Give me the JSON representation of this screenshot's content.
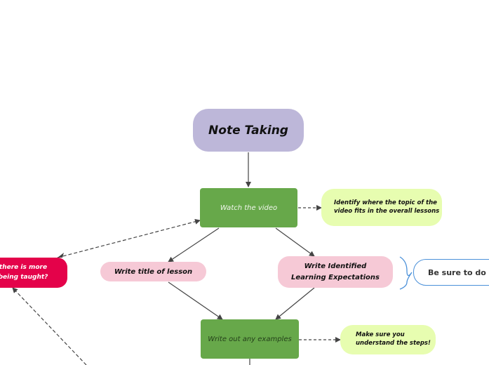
{
  "diagram": {
    "title": "Note Taking",
    "watch": "Watch the video",
    "identify_topic": [
      "Identify where the topic of the",
      "video fits in the overall lessons"
    ],
    "write_title": "Write title of lesson",
    "learning_expectations": [
      "Write Identified",
      "Learning Expectations"
    ],
    "be_sure": "Be sure to do bo",
    "more_taught": [
      "there is more",
      "being taught?"
    ],
    "examples": "Write out any examples",
    "understand_steps": [
      "Make sure you",
      "understand the steps!"
    ]
  },
  "colors": {
    "main": "#bdb7d9",
    "green": "#67a84a",
    "pink": "#f6c9d6",
    "lime": "#e7fdb0",
    "red": "#e4024a",
    "outline": "#4a90d9",
    "connector": "#444444"
  }
}
